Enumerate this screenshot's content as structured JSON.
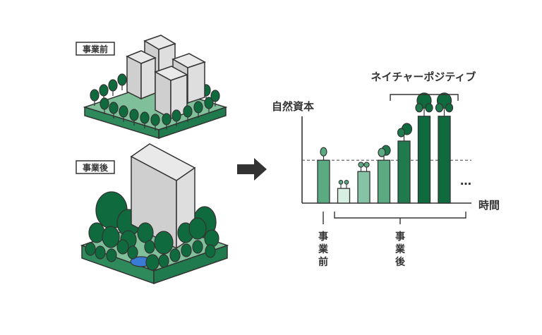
{
  "left": {
    "before_label": "事業前",
    "after_label": "事業後"
  },
  "chart": {
    "y_axis_label": "自然資本",
    "x_axis_label": "時間",
    "bracket_label": "ネイチャーポジティブ",
    "baseline_label_chars": [
      "事",
      "業",
      "前"
    ],
    "after_label_chars": [
      "事",
      "業",
      "後"
    ],
    "ellipsis": "…",
    "colors": {
      "light": "#d7eee3",
      "mid": "#86c3a6",
      "medium": "#5aaa82",
      "dark": "#1f7a4d",
      "darkest": "#0f6b3d"
    }
  },
  "chart_data": {
    "type": "bar",
    "categories": [
      "",
      "",
      "",
      "",
      "",
      "",
      ""
    ],
    "values": [
      38,
      13,
      28,
      38,
      55,
      77,
      77
    ],
    "ylim": [
      0,
      100
    ],
    "reference_line": 38
  }
}
